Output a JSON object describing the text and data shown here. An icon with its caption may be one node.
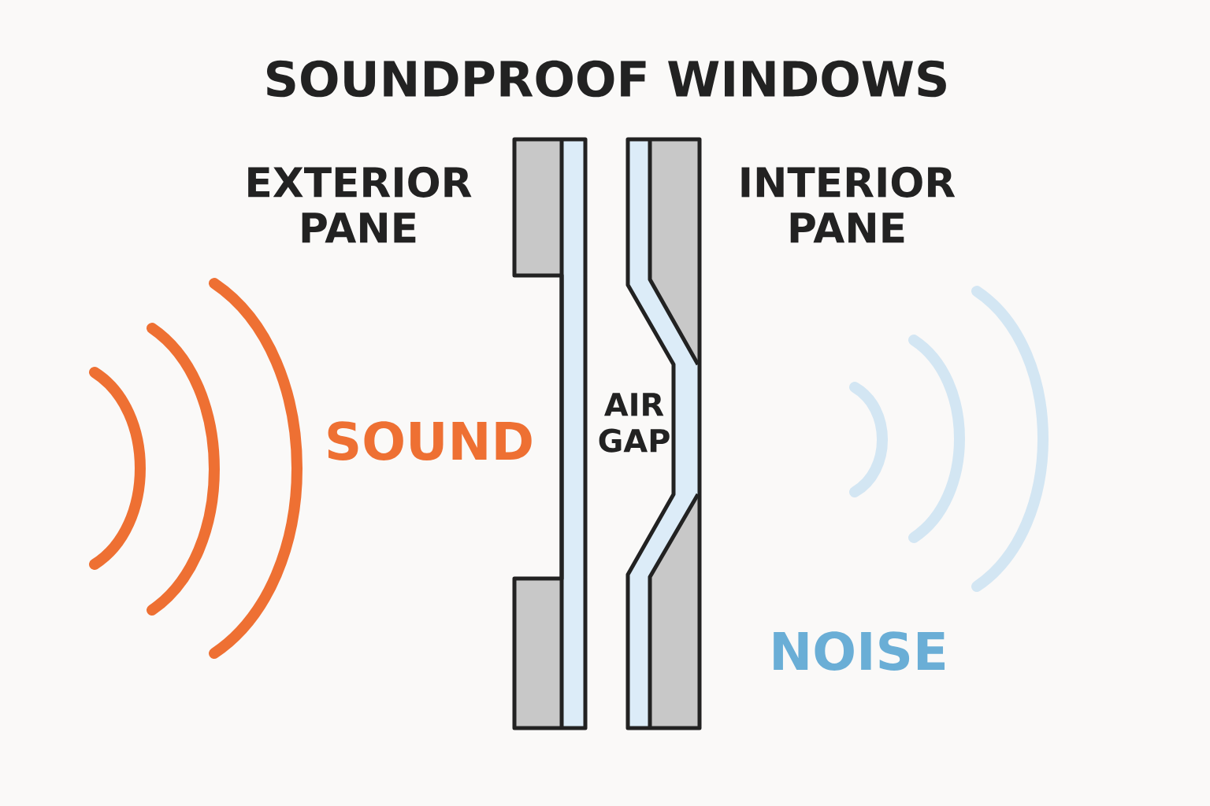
{
  "diagram": {
    "title": "SOUNDPROOF WINDOWS",
    "labels": [
      "EXTERIOR PANE",
      "INTERIOR PANE",
      "SOUND",
      "AIR GAP",
      "NOISE"
    ]
  }
}
